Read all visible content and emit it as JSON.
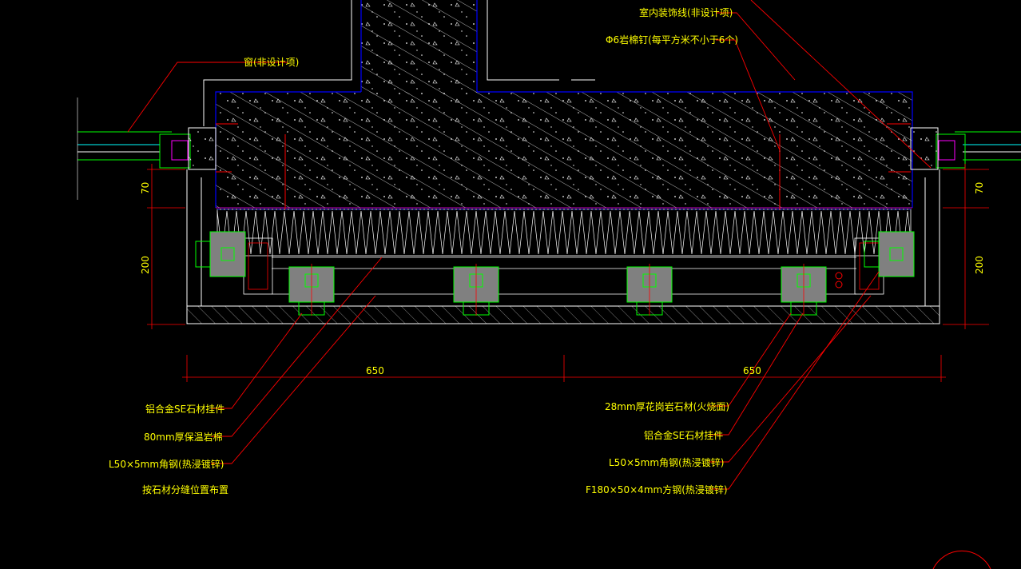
{
  "drawing": {
    "background": "#000000",
    "colors": {
      "text": "#ffff00",
      "leader": "#ff0000",
      "outline": "#ffffff",
      "slab_edge": "#0000ff",
      "insulation": "#ffffff",
      "window_frame": "#00ff00",
      "cyan": "#00ffff",
      "magenta": "#ff00ff",
      "hatch": "#ffffff"
    },
    "annotations": {
      "window": "窗(非设计项)",
      "interior_line": "室内装饰线(非设计项)",
      "anchor_bolt": "Φ6岩棉钉(每平方米不小于6个)",
      "bracket_left": "铝合金SE石材挂件",
      "insulation": "80mm厚保温岩棉",
      "angle_left": "L50×5mm角钢(热浸镀锌)",
      "joint_note": "按石材分缝位置布置",
      "granite": "28mm厚花岗岩石材(火烧面)",
      "bracket_right": "铝合金SE石材挂件",
      "angle_right": "L50×5mm角钢(热浸镀锌)",
      "square_tube": "F180×50×4mm方钢(热浸镀锌)"
    },
    "dimensions": {
      "width_left": "650",
      "width_right": "650",
      "height_top_left": "70",
      "height_bottom_left": "200",
      "height_top_right": "70",
      "height_bottom_right": "200"
    }
  }
}
